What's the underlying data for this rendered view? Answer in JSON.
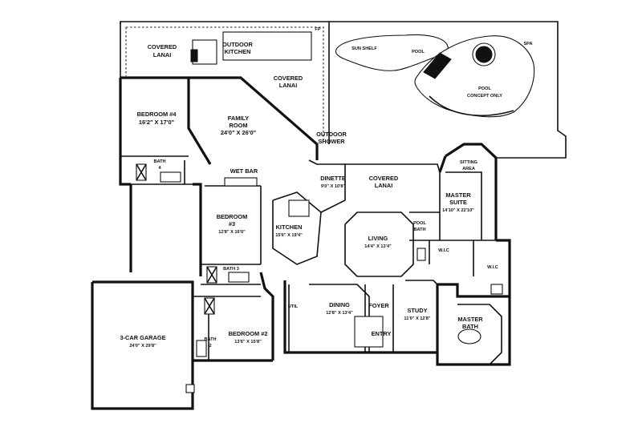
{
  "rooms": {
    "covered_lanai_left": {
      "name": "COVERED",
      "line2": "LANAI"
    },
    "outdoor_kitchen": {
      "name": "OUTDOOR",
      "line2": "KITCHEN"
    },
    "fp": {
      "name": "FP"
    },
    "covered_lanai_mid": {
      "name": "COVERED",
      "line2": "LANAI"
    },
    "sun_shelf": {
      "name": "SUN SHELF"
    },
    "pool_upper": {
      "name": "POOL"
    },
    "spa": {
      "name": "SPA"
    },
    "pool_concept": {
      "name": "POOL",
      "line2": "CONCEPT ONLY"
    },
    "bedroom4": {
      "name": "BEDROOM #4",
      "dims": "16'2\" X 17'0\""
    },
    "family_room": {
      "name": "FAMILY",
      "line2": "ROOM",
      "dims": "24'0\" X 26'0\""
    },
    "outdoor_shower": {
      "name": "OUTDOOR",
      "line2": "SHOWER"
    },
    "bath4": {
      "name": "BATH",
      "line2": "4"
    },
    "wet_bar": {
      "name": "WET BAR"
    },
    "dinette": {
      "name": "DINETTE",
      "dims": "9'0\" X 10'8\""
    },
    "covered_lanai_right": {
      "name": "COVERED",
      "line2": "LANAI"
    },
    "sitting_area": {
      "name": "SITTING",
      "line2": "AREA"
    },
    "master_suite": {
      "name": "MASTER",
      "line2": "SUITE",
      "dims": "14'10\" X 22'10\""
    },
    "bedroom3": {
      "name": "BEDROOM",
      "line2": "#3",
      "dims": "12'8\" X 16'0\""
    },
    "kitchen": {
      "name": "KITCHEN",
      "dims": "15'6\" X 19'4\""
    },
    "living": {
      "name": "LIVING",
      "dims": "14'4\" X 13'4\""
    },
    "pool_bath": {
      "name": "POOL",
      "line2": "BATH"
    },
    "wic_left": {
      "name": "W.I.C"
    },
    "wic_right": {
      "name": "W.I.C"
    },
    "bath3": {
      "name": "BATH 3"
    },
    "garage": {
      "name": "3-CAR GARAGE",
      "dims": "24'0\" X 29'8\""
    },
    "util": {
      "name": "UTIL"
    },
    "dining": {
      "name": "DINING",
      "dims": "12'8\" X 13'4\""
    },
    "foyer": {
      "name": "FOYER"
    },
    "entry": {
      "name": "ENTRY"
    },
    "study": {
      "name": "STUDY",
      "dims": "11'0\" X 12'8\""
    },
    "master_bath": {
      "name": "MASTER",
      "line2": "BATH"
    },
    "bath2": {
      "name": "BATH",
      "line2": "2"
    },
    "bedroom2": {
      "name": "BEDROOM #2",
      "dims": "13'6\" X 15'8\""
    }
  }
}
